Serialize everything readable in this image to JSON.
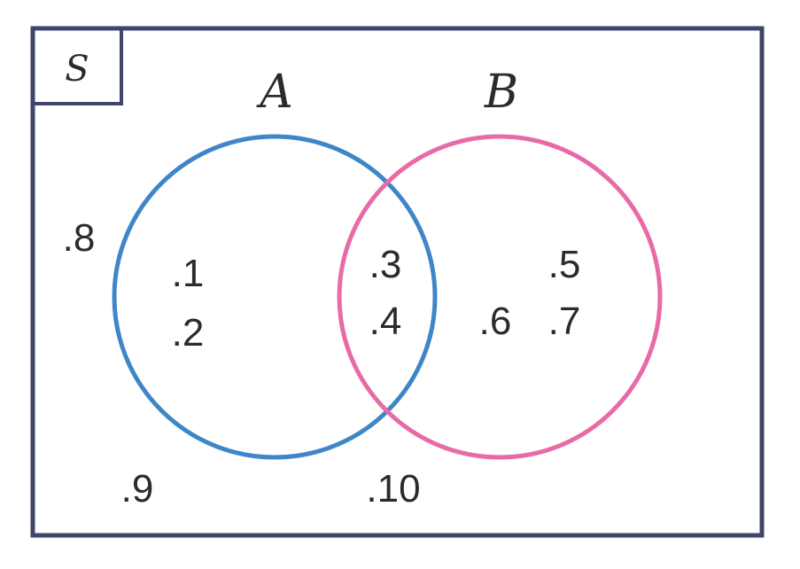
{
  "universe": {
    "label": "S",
    "border_color": "#3f456b"
  },
  "sets": [
    {
      "id": "A",
      "label": "A",
      "color": "#3f86c8"
    },
    {
      "id": "B",
      "label": "B",
      "color": "#e96aa8"
    }
  ],
  "regions": {
    "only_a": [
      ".1",
      ".2"
    ],
    "a_and_b": [
      ".3",
      ".4"
    ],
    "only_b": [
      ".5",
      ".6",
      ".7"
    ],
    "outside": [
      ".8",
      ".9",
      ".10"
    ]
  }
}
